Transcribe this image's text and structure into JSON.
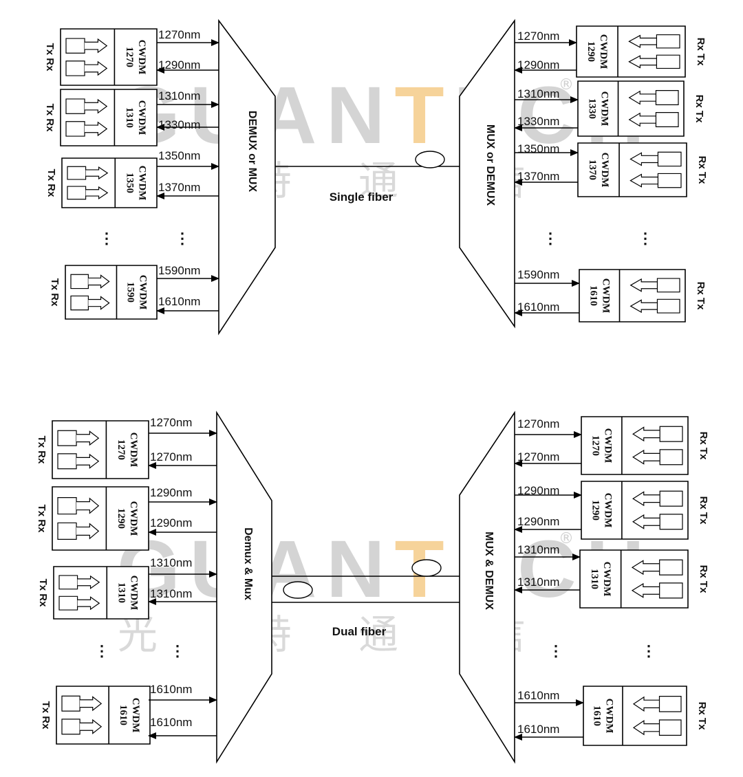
{
  "watermark": {
    "brand_parts": [
      "GUAN",
      "T",
      "ECH"
    ],
    "chinese": [
      "光",
      "特",
      "通",
      "信"
    ],
    "registered": "®",
    "colors": {
      "gray": "#d4d4d4",
      "orange": "#f6d39a"
    }
  },
  "diagrams": [
    {
      "id": "single",
      "caption": "Single fiber",
      "left_mux": "DEMUX or MUX",
      "right_mux": "MUX or DEMUX",
      "left_side": "Tx Rx",
      "right_side": "Rx Tx",
      "ellipsis": "⋮",
      "left_modules": [
        {
          "name": "CWDM",
          "code": "1270",
          "tx": "1270nm",
          "rx": "1290nm"
        },
        {
          "name": "CWDM",
          "code": "1310",
          "tx": "1310nm",
          "rx": "1330nm"
        },
        {
          "name": "CWDM",
          "code": "1350",
          "tx": "1350nm",
          "rx": "1370nm"
        },
        {
          "name": "CWDM",
          "code": "1590",
          "tx": "1590nm",
          "rx": "1610nm"
        }
      ],
      "right_modules": [
        {
          "name": "CWDM",
          "code": "1290",
          "rx": "1270nm",
          "tx": "1290nm"
        },
        {
          "name": "CWDM",
          "code": "1330",
          "rx": "1310nm",
          "tx": "1330nm"
        },
        {
          "name": "CWDM",
          "code": "1370",
          "rx": "1350nm",
          "tx": "1370nm"
        },
        {
          "name": "CWDM",
          "code": "1610",
          "rx": "1590nm",
          "tx": "1610nm"
        }
      ]
    },
    {
      "id": "dual",
      "caption": "Dual fiber",
      "left_mux": "Demux & Mux",
      "right_mux": "MUX & DEMUX",
      "left_side": "Tx Rx",
      "right_side": "Rx Tx",
      "ellipsis": "⋮",
      "left_modules": [
        {
          "name": "CWDM",
          "code": "1270",
          "tx": "1270nm",
          "rx": "1270nm"
        },
        {
          "name": "CWDM",
          "code": "1290",
          "tx": "1290nm",
          "rx": "1290nm"
        },
        {
          "name": "CWDM",
          "code": "1310",
          "tx": "1310nm",
          "rx": "1310nm"
        },
        {
          "name": "CWDM",
          "code": "1610",
          "tx": "1610nm",
          "rx": "1610nm"
        }
      ],
      "right_modules": [
        {
          "name": "CWDM",
          "code": "1270",
          "rx": "1270nm",
          "tx": "1270nm"
        },
        {
          "name": "CWDM",
          "code": "1290",
          "rx": "1290nm",
          "tx": "1290nm"
        },
        {
          "name": "CWDM",
          "code": "1310",
          "rx": "1310nm",
          "tx": "1310nm"
        },
        {
          "name": "CWDM",
          "code": "1610",
          "rx": "1610nm",
          "tx": "1610nm"
        }
      ]
    }
  ]
}
